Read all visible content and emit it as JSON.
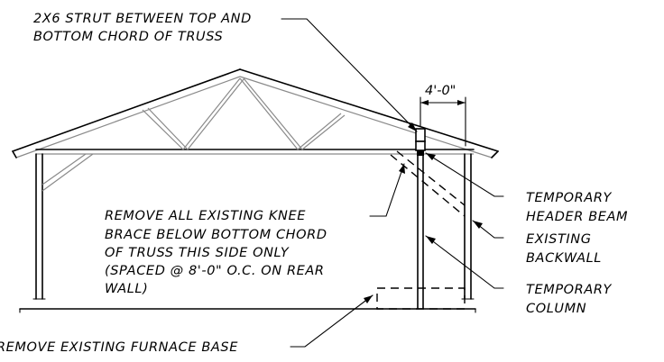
{
  "notes": {
    "strut": [
      "2X6 STRUT BETWEEN TOP AND",
      "BOTTOM CHORD OF TRUSS"
    ],
    "dimension": "4'-0\"",
    "header_beam": [
      "TEMPORARY",
      "HEADER BEAM"
    ],
    "knee_brace": [
      "REMOVE ALL EXISTING KNEE",
      "BRACE BELOW BOTTOM CHORD",
      "OF TRUSS THIS SIDE ONLY",
      "(SPACED @ 8'-0\" O.C. ON REAR",
      "WALL)"
    ],
    "backwall": [
      "EXISTING",
      "BACKWALL"
    ],
    "column": [
      "TEMPORARY",
      "COLUMN"
    ],
    "furnace": "REMOVE EXISTING FURNACE BASE"
  }
}
